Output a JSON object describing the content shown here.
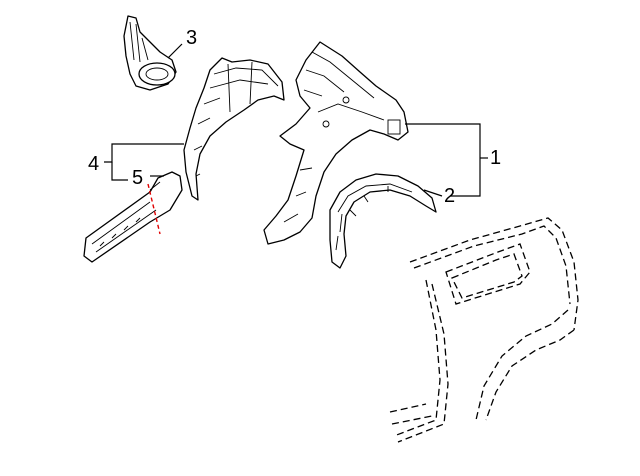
{
  "callouts": [
    {
      "id": "1",
      "text": "1"
    },
    {
      "id": "2",
      "text": "2"
    },
    {
      "id": "3",
      "text": "3"
    },
    {
      "id": "4",
      "text": "4"
    },
    {
      "id": "5",
      "text": "5"
    }
  ],
  "colors": {
    "line": "#000000",
    "cut_line": "#e00000",
    "background": "#ffffff"
  }
}
